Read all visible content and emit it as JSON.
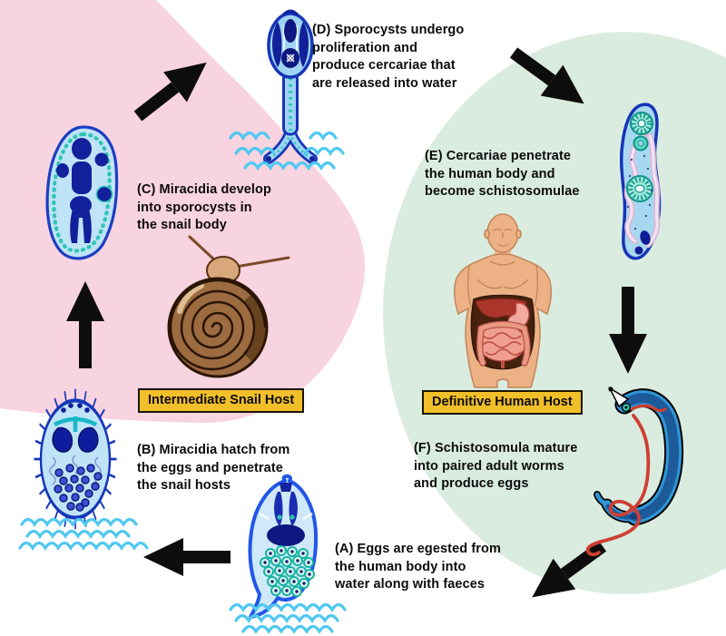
{
  "diagram": {
    "background_color": "#ffffff",
    "regions": {
      "snail_region_color": "#f8d3e0",
      "human_region_color": "#daecdf"
    },
    "arrow_color": "#0d0d0d",
    "hosts": {
      "intermediate": {
        "label": "Intermediate Snail Host",
        "bg": "#f1bf29"
      },
      "definitive": {
        "label": "Definitive Human Host",
        "bg": "#f1bf29"
      }
    },
    "stages": {
      "a": {
        "lines": [
          "(A) Eggs are egested from",
          "the human body into",
          "water along with faeces"
        ]
      },
      "b": {
        "lines": [
          "(B) Miracidia hatch from",
          "the eggs and penetrate",
          "the snail hosts"
        ]
      },
      "c": {
        "lines": [
          "(C) Miracidia develop",
          "into sporocysts in",
          "the snail body"
        ]
      },
      "d": {
        "lines": [
          "(D) Sporocysts undergo",
          "proliferation and",
          "produce cercariae that",
          "are released into water"
        ]
      },
      "e": {
        "lines": [
          "(E) Cercariae penetrate",
          "the human body and",
          "become schistosomulae"
        ]
      },
      "f": {
        "lines": [
          "(F) Schistosomula mature",
          "into paired adult worms",
          "and produce eggs"
        ]
      }
    },
    "illustrations": {
      "cercaria": "cercaria larva in water",
      "sporocyst": "sporocyst",
      "snail": "intermediate host snail",
      "miracidium": "ciliated miracidium in water",
      "egg": "schistosome egg in water",
      "schistosomula": "schistosomula",
      "human": "definitive human host torso",
      "adult_worms": "paired adult worms"
    }
  }
}
